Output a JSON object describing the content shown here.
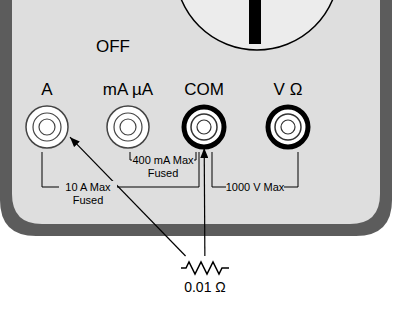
{
  "diagram": {
    "nodes": [
      {
        "text": [
          "A"
        ]
      },
      {
        "text": [
          "mA µA"
        ]
      },
      {
        "text": [
          "COM"
        ]
      },
      {
        "text": [
          "V Ω"
        ]
      },
      {
        "text": [
          "0.01 Ω"
        ]
      }
    ],
    "edges": [
      {
        "from": 4,
        "to": 0,
        "arrow": "to"
      },
      {
        "from": 4,
        "to": 2,
        "arrow": "to"
      }
    ],
    "labels": [
      "OFF",
      "10 A Max Fused",
      "400 mA Max Fused",
      "1000 V Max"
    ]
  }
}
